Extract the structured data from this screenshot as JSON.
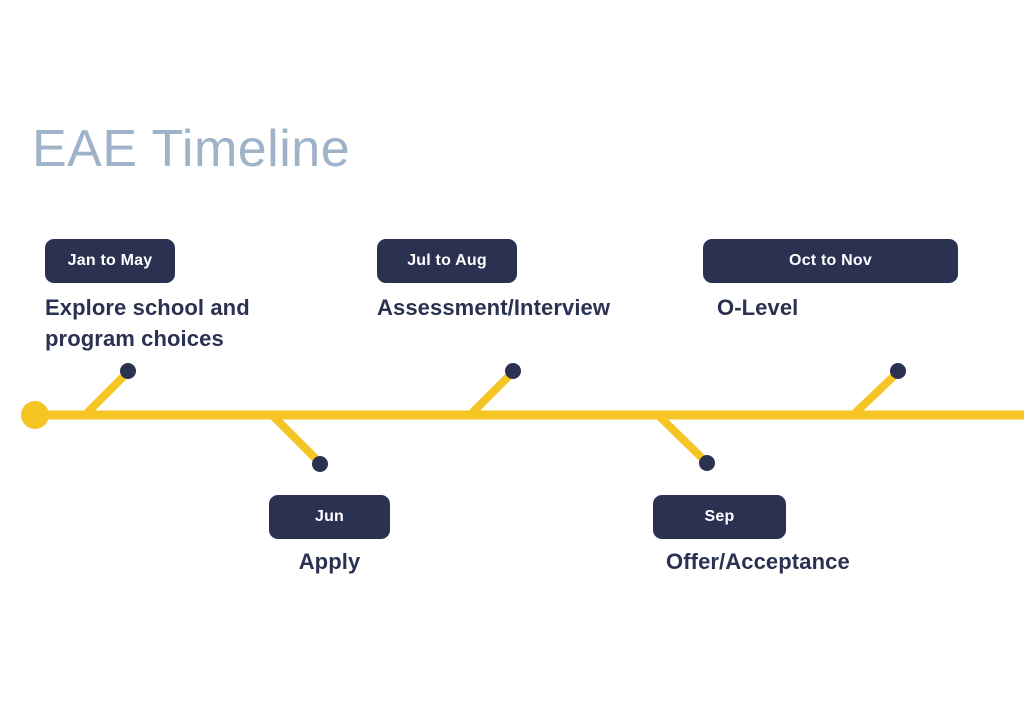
{
  "page": {
    "title": "EAE Timeline",
    "background_color": "#ffffff"
  },
  "theme": {
    "accent_yellow": "#f5c524",
    "navy": "#2b3151",
    "title_color": "#9fb3c8",
    "badge_text_color": "#ffffff"
  },
  "timeline": {
    "axis": {
      "start_marker": "origin-dot",
      "orientation": "horizontal"
    },
    "milestones": [
      {
        "period": "Jan to May",
        "description": "Explore school and program choices",
        "side": "above"
      },
      {
        "period": "Jun",
        "description": "Apply",
        "side": "below"
      },
      {
        "period": "Jul to Aug",
        "description": "Assessment/Interview",
        "side": "above"
      },
      {
        "period": "Sep",
        "description": "Offer/Acceptance",
        "side": "below"
      },
      {
        "period": "Oct to Nov",
        "description": "O-Level",
        "side": "above"
      }
    ]
  }
}
